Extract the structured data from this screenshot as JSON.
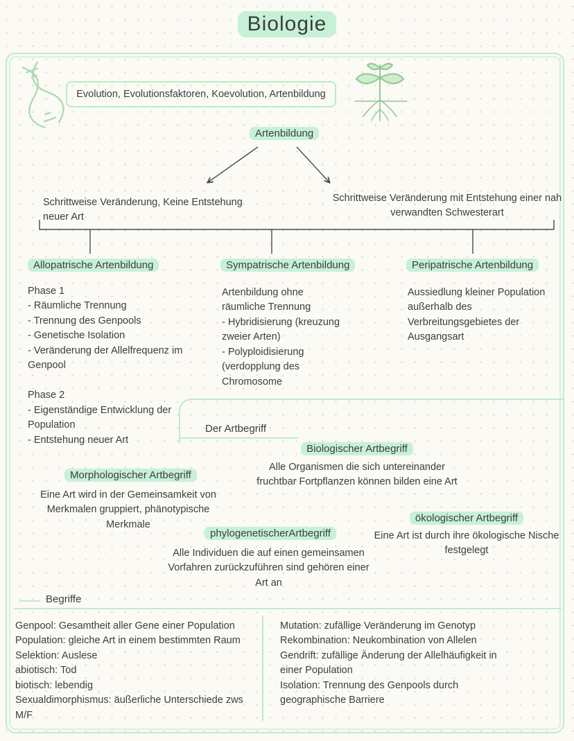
{
  "colors": {
    "highlight": "#c7f1d7",
    "border_green": "#bfeccd",
    "doodle_green": "#a9d9ae",
    "ink": "#3d3d3d"
  },
  "title": "Biologie",
  "header": {
    "topic": "Evolution, Evolutionsfaktoren, Koevolution, Artenbildung",
    "root": "Artenbildung"
  },
  "notes": {
    "left": "Schrittweise Veränderung, Keine Entstehung neuer Art",
    "right": "Schrittweise Veränderung mit Entstehung einer nah verwandten Schwesterart"
  },
  "columns": [
    {
      "heading": "Allopatrische Artenbildung",
      "body": "Phase 1\n- Räumliche Trennung\n- Trennung des Genpools\n- Genetische Isolation\n- Veränderung der Allelfrequenz im Genpool\n\nPhase 2\n- Eigenständige Entwicklung der Population\n- Entstehung neuer Art"
    },
    {
      "heading": "Sympatrische Artenbildung",
      "body": "Artenbildung ohne räumliche Trennung\n- Hybridisierung (kreuzung zweier Arten)\n- Polyploidisierung (verdopplung des Chromosome"
    },
    {
      "heading": "Peripatrische Artenbildung",
      "body": "Aussiedlung kleiner Population außerhalb des Verbreitungsgebietes der Ausgangsart"
    }
  ],
  "artbegriff": {
    "label": "Der Artbegriff",
    "entries": [
      {
        "title": "Biologischer Artbegriff",
        "body": "Alle Organismen die sich untereinander fruchtbar Fortpflanzen können bilden eine Art"
      },
      {
        "title": "Morphologischer Artbegriff",
        "body": "Eine Art wird in der Gemeinsamkeit von Merkmalen gruppiert, phänotypische Merkmale"
      },
      {
        "title": "phylogenetischerArtbegriff",
        "body": "Alle Individuen die auf einen gemeinsamen Vorfahren zurückzuführen sind gehören einer Art an"
      },
      {
        "title": "ökologischer Artbegriff",
        "body": "Eine Art ist durch ihre ökologische Nische festgelegt"
      }
    ]
  },
  "begriffe": {
    "label": "Begriffe",
    "left": "Genpool: Gesamtheit aller Gene einer Population\nPopulation: gleiche Art in einem bestimmten Raum\nSelektion: Auslese\nabiotisch: Tod\nbiotisch: lebendig\nSexualdimorphismus: äußerliche Unterschiede zws M/F",
    "right": "Mutation: zufällige Veränderung im Genotyp\nRekombination: Neukombination von Allelen\nGendrift: zufällige Änderung der Allelhäufigkeit in einer Population\nIsolation: Trennung des Genpools durch geographische Barriere"
  },
  "icons": {
    "dna": "dna-doodle",
    "plant": "seedling-doodle"
  }
}
